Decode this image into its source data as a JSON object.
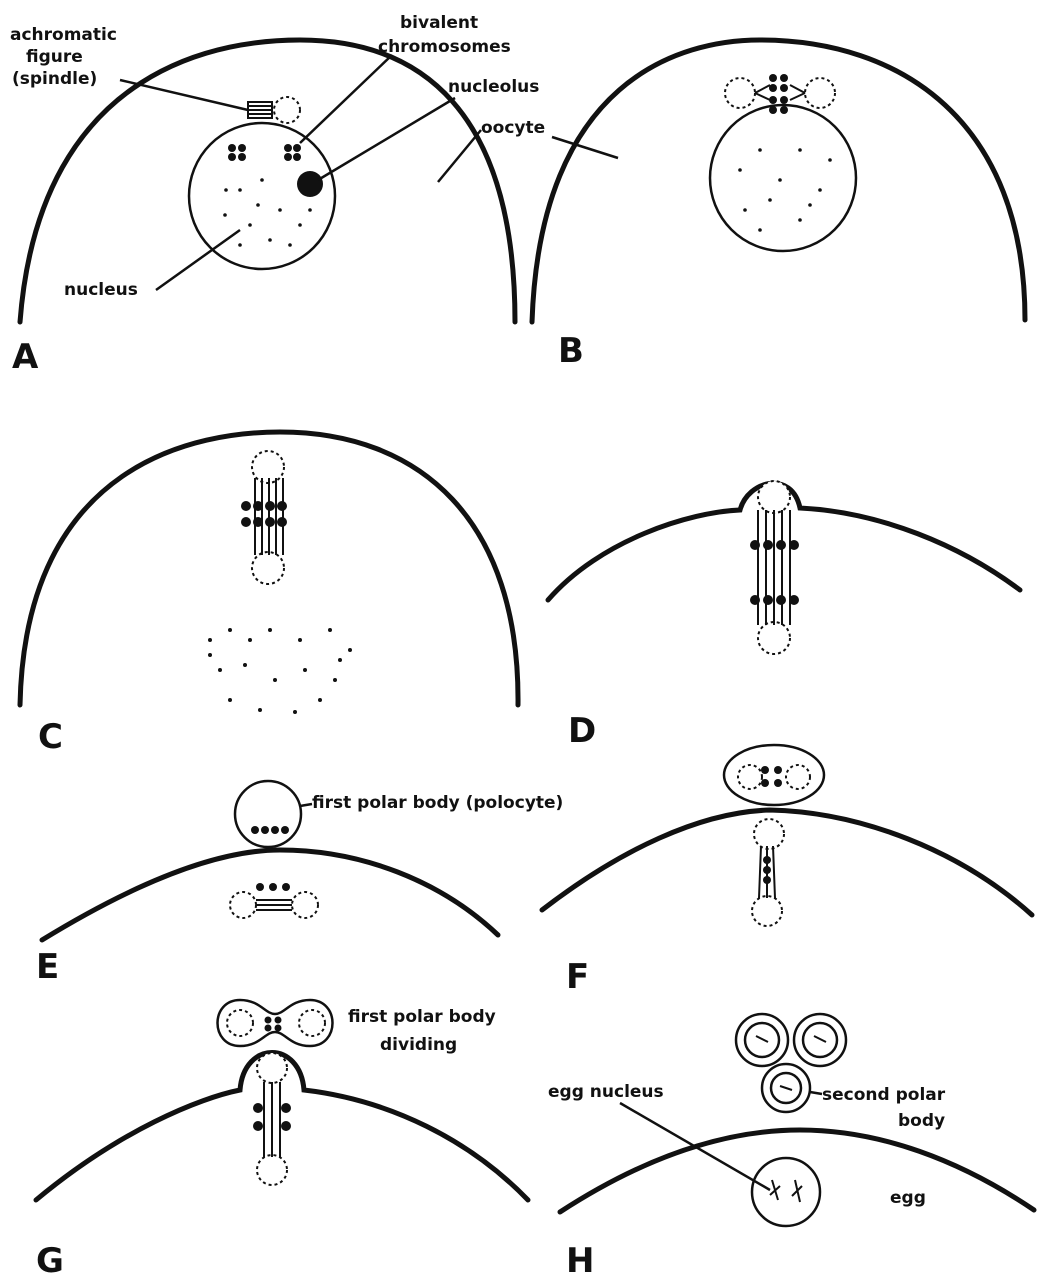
{
  "panels": [
    "A",
    "B",
    "C",
    "D",
    "E",
    "F",
    "G",
    "H"
  ],
  "labels": {
    "achromatic_1": "achromatic",
    "achromatic_2": "figure",
    "achromatic_3": "(spindle)",
    "bivalent_1": "bivalent",
    "bivalent_2": "chromosomes",
    "nucleolus": "nucleolus",
    "oocyte": "oocyte",
    "nucleus": "nucleus",
    "first_polar_body": "first polar body (polocyte)",
    "first_polar_dividing_1": "first polar body",
    "first_polar_dividing_2": "dividing",
    "egg_nucleus": "egg nucleus",
    "second_polar_1": "second polar",
    "second_polar_2": "body",
    "egg": "egg"
  }
}
